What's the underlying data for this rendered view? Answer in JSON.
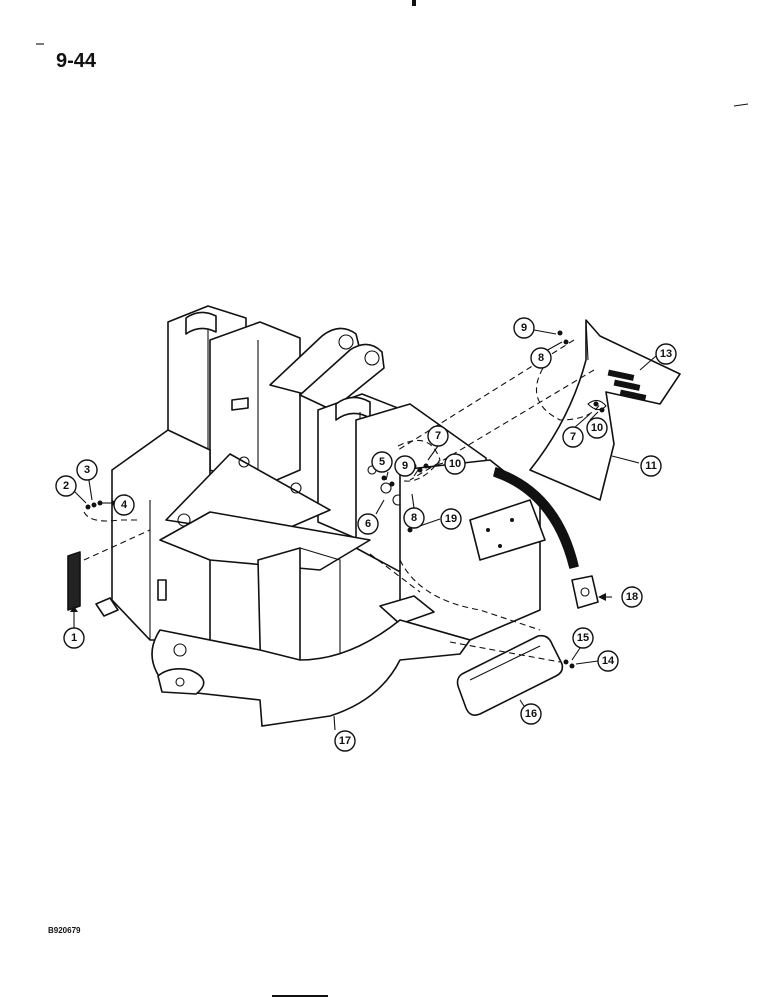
{
  "page": {
    "page_number": "9-44",
    "document_code": "B920679"
  },
  "callouts": [
    {
      "id": "c1",
      "label": "1"
    },
    {
      "id": "c2",
      "label": "2"
    },
    {
      "id": "c3",
      "label": "3"
    },
    {
      "id": "c4",
      "label": "4"
    },
    {
      "id": "c5",
      "label": "5"
    },
    {
      "id": "c6",
      "label": "6"
    },
    {
      "id": "c7a",
      "label": "7"
    },
    {
      "id": "c7b",
      "label": "7"
    },
    {
      "id": "c8a",
      "label": "8"
    },
    {
      "id": "c8b",
      "label": "8"
    },
    {
      "id": "c9a",
      "label": "9"
    },
    {
      "id": "c9b",
      "label": "9"
    },
    {
      "id": "c10a",
      "label": "10"
    },
    {
      "id": "c10b",
      "label": "10"
    },
    {
      "id": "c11",
      "label": "11"
    },
    {
      "id": "c13",
      "label": "13"
    },
    {
      "id": "c14",
      "label": "14"
    },
    {
      "id": "c15",
      "label": "15"
    },
    {
      "id": "c16",
      "label": "16"
    },
    {
      "id": "c17",
      "label": "17"
    },
    {
      "id": "c18",
      "label": "18"
    },
    {
      "id": "c19",
      "label": "19"
    }
  ]
}
